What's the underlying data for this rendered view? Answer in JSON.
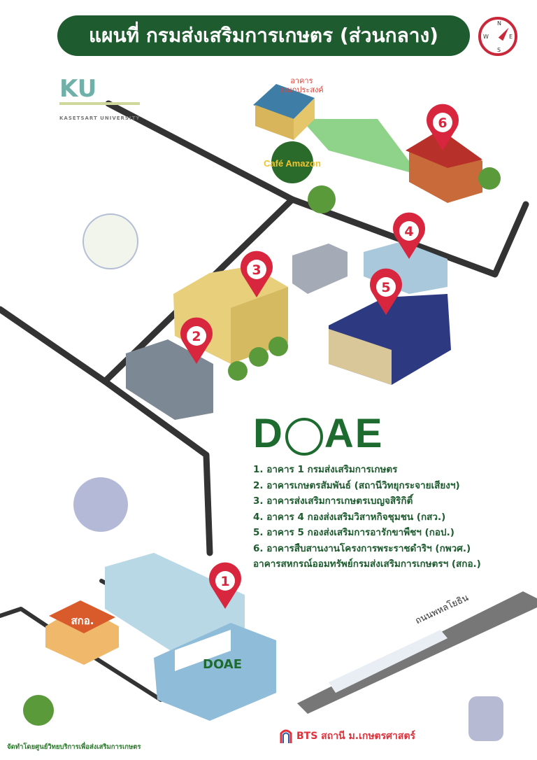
{
  "title": "แผนที่ กรมส่งเสริมการเกษตร (ส่วนกลาง)",
  "compass": {
    "n": "N",
    "e": "E",
    "s": "S",
    "w": "W"
  },
  "ku_logo": {
    "mark": "KU",
    "text": "KASETSART UNIVERSITY"
  },
  "landmarks": {
    "multipurpose": "อาคาร\nอเนกประสงค์",
    "cafe": "Café Amazon",
    "road": "ถนนพหลโยธิน",
    "coop_sign": "สกอ.",
    "doae_sign": "DOAE"
  },
  "pins": [
    "1",
    "2",
    "3",
    "4",
    "5",
    "6"
  ],
  "doae_logo": "DOAE",
  "legend": [
    "1. อาคาร 1 กรมส่งเสริมการเกษตร",
    "2. อาคารเกษตรสัมพันธ์ (สถานีวิทยุกระจายเสียงฯ)",
    "3. อาคารส่งเสริมการเกษตรเบญจสิริกิติ์",
    "4. อาคาร 4 กองส่งเสริมวิสาหกิจชุมชน (กสว.)",
    "5. อาคาร 5 กองส่งเสริมการอารักขาพืชฯ (กอป.)",
    "6. อาคารสืบสานงานโครงการพระราชดำริฯ (กพวศ.)",
    "อาคารสหกรณ์ออมทรัพย์กรมส่งเสริมการเกษตรฯ (สกอ.)"
  ],
  "bts": {
    "logo": "BTS",
    "label": "BTS สถานี ม.เกษตรศาสตร์"
  },
  "credit": "จัดทำโดยศูนย์วิทยบริการเพื่อส่งเสริมการเกษตร",
  "colors": {
    "title_bg": "#1e5b2f",
    "pin": "#d7263d",
    "road": "#333333",
    "legend_text": "#1e5b2f"
  }
}
